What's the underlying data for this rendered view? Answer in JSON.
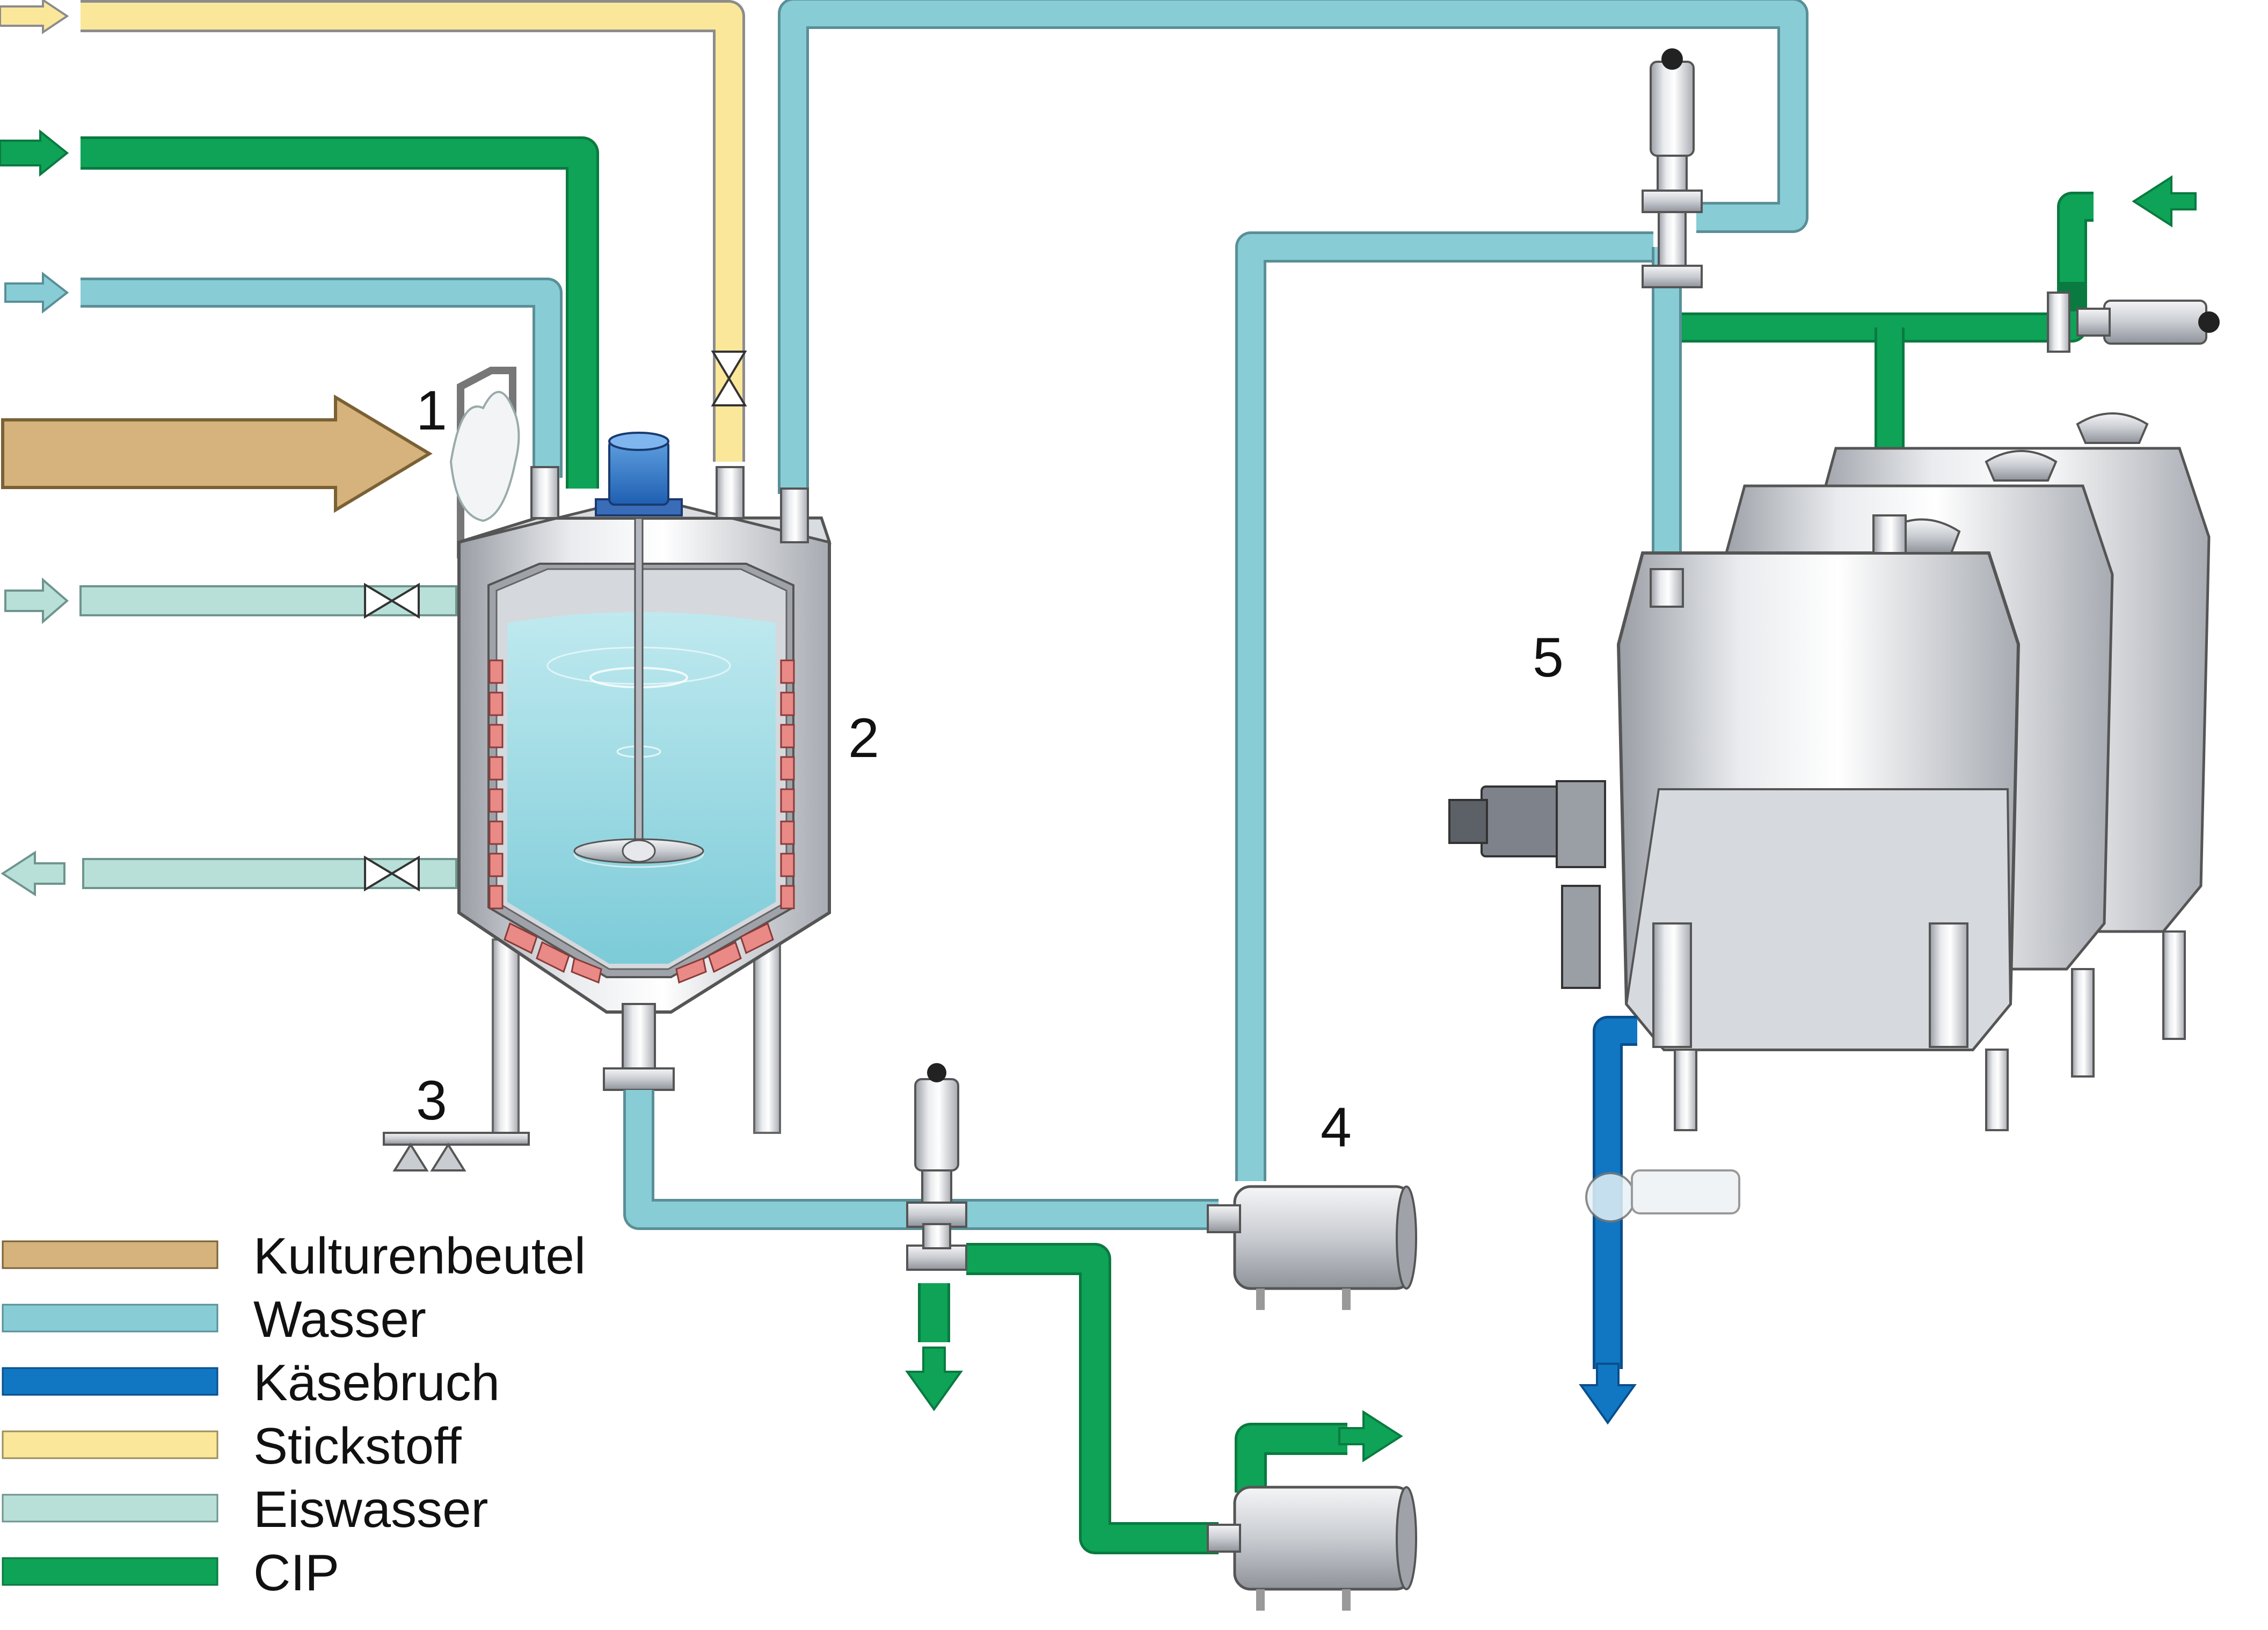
{
  "numbers": {
    "n1": "1",
    "n2": "2",
    "n3": "3",
    "n4": "4",
    "n5": "5"
  },
  "legend": [
    {
      "label": "Kulturenbeutel",
      "color": "#d6b27c"
    },
    {
      "label": "Wasser",
      "color": "#88ccd6"
    },
    {
      "label": "Käsebruch",
      "color": "#1177c2"
    },
    {
      "label": "Stickstoff",
      "color": "#fbe79a"
    },
    {
      "label": "Eiswasser",
      "color": "#b8dfd8"
    },
    {
      "label": "CIP",
      "color": "#0ea357"
    }
  ],
  "colors": {
    "kulturenbeutel": "#d6b27c",
    "wasser": "#88ccd6",
    "kaesebruch": "#1177c2",
    "stickstoff": "#fbe79a",
    "eiswasser": "#b8dfd8",
    "cip": "#0ea357",
    "steel": "#c9ccd1",
    "liquid": "#8fd3de",
    "heating": "#e98a87"
  }
}
